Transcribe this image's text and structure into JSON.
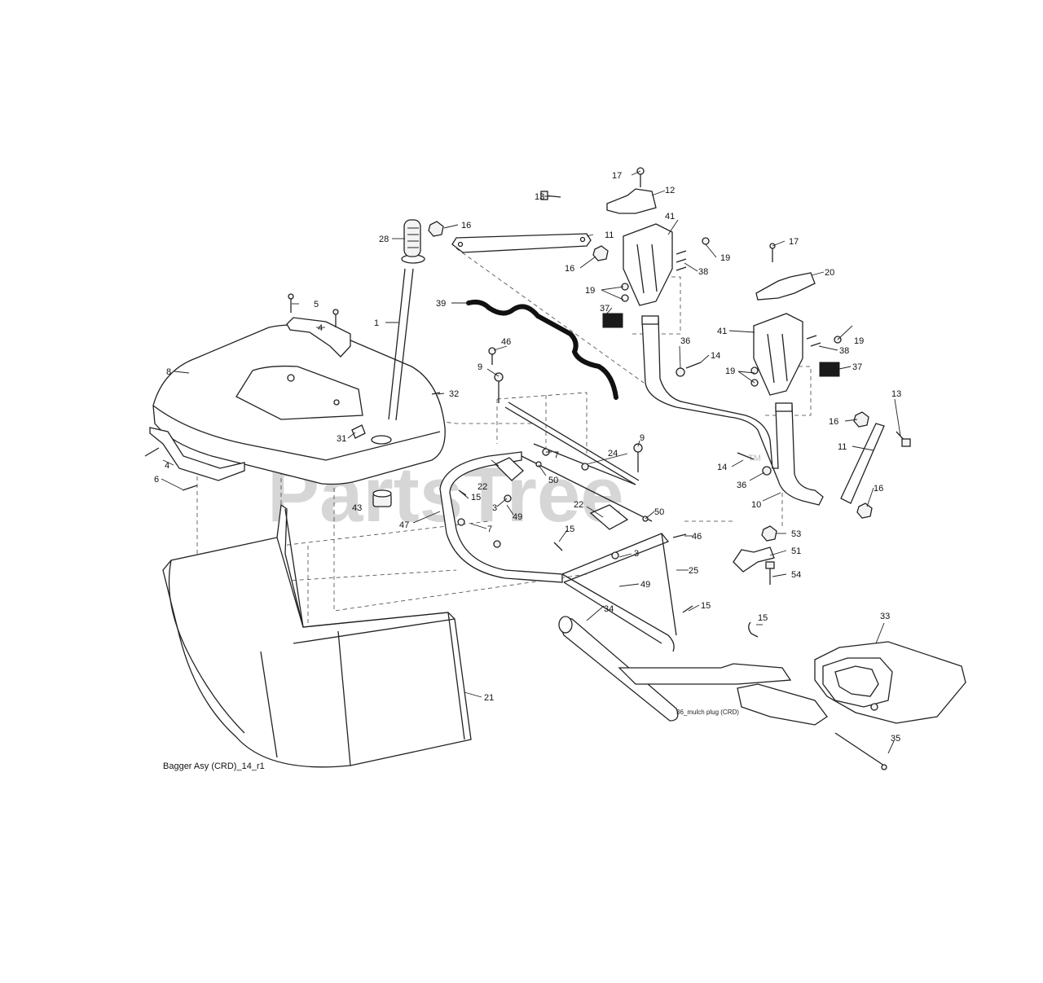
{
  "diagram": {
    "caption": "Bagger Asy (CRD)_14_r1",
    "mulch_note": "36_mulch plug (CRD)",
    "watermark": "PartsTree",
    "trademark": "TM",
    "labels": {
      "l1": "1",
      "l3a": "3",
      "l3b": "3",
      "l4a": "4",
      "l4b": "4",
      "l5": "5",
      "l6": "6",
      "l7a": "7",
      "l7b": "7",
      "l8": "8",
      "l9a": "9",
      "l9b": "9",
      "l10": "10",
      "l11a": "11",
      "l11b": "11",
      "l12": "12",
      "l13a": "13",
      "l13b": "13",
      "l14a": "14",
      "l14b": "14",
      "l15a": "15",
      "l15b": "15",
      "l15c": "15",
      "l15d": "15",
      "l16a": "16",
      "l16b": "16",
      "l16c": "16",
      "l16d": "16",
      "l17a": "17",
      "l17b": "17",
      "l19a": "19",
      "l19b": "19",
      "l19c": "19",
      "l19d": "19",
      "l20": "20",
      "l21": "21",
      "l22a": "22",
      "l22b": "22",
      "l24": "24",
      "l25": "25",
      "l28": "28",
      "l31": "31",
      "l32": "32",
      "l33": "33",
      "l34": "34",
      "l35": "35",
      "l36a": "36",
      "l36b": "36",
      "l37a": "37",
      "l37b": "37",
      "l38a": "38",
      "l38b": "38",
      "l39": "39",
      "l41a": "41",
      "l41b": "41",
      "l43": "43",
      "l46a": "46",
      "l46b": "46",
      "l47": "47",
      "l49a": "49",
      "l49b": "49",
      "l50a": "50",
      "l50b": "50",
      "l51": "51",
      "l53": "53",
      "l54": "54"
    }
  }
}
